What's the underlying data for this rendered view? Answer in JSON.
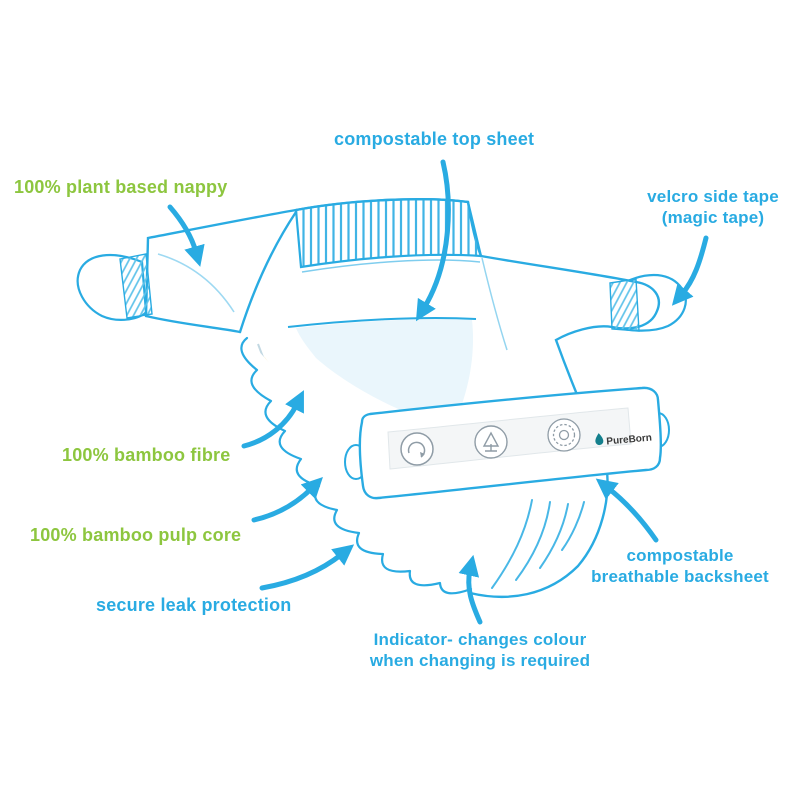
{
  "diagram": {
    "colors": {
      "blue": "#29ABE2",
      "green": "#8DC63F",
      "cream": "#FAF0CE",
      "badge_gray": "#8F9CA6"
    },
    "labels": {
      "top_sheet": "compostable top sheet",
      "plant_nappy": "100% plant based nappy",
      "velcro_line1": "velcro side tape",
      "velcro_line2": "(magic tape)",
      "bamboo_fibre": "100% bamboo fibre",
      "pulp_core": "100% bamboo pulp core",
      "secure_leak": "secure leak protection",
      "indicator_line1": "Indicator- changes colour",
      "indicator_line2": "when changing is required",
      "backsheet_line1": "compostable",
      "backsheet_line2": "breathable backsheet"
    },
    "brand": "PureBorn",
    "icons": [
      "recycle-badge-icon",
      "tree-badge-icon",
      "certified-badge-icon",
      "droplet-logo-icon"
    ]
  }
}
